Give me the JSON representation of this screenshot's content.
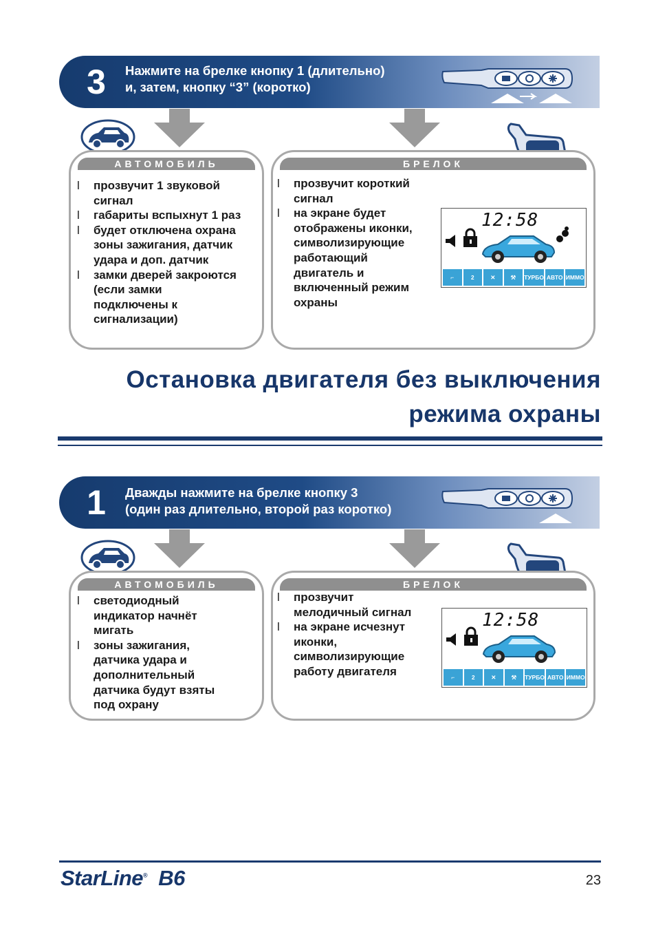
{
  "step3": {
    "number": "3",
    "line1": "Нажмите на брелке кнопку 1 (длительно)",
    "line2": "и, затем, кнопку “3” (коротко)",
    "car_header": "АВТОМОБИЛЬ",
    "fob_header": "БРЕЛОК",
    "car_items": [
      "прозвучит 1 звуковой\n сигнал",
      "габариты вспыхнут 1 раз",
      "будет отключена охрана\n зоны зажигания, датчик\n удара и доп. датчик",
      "замки дверей закроются\n (если замки\n подключены к\n сигнализации)"
    ],
    "fob_items": [
      "прозвучит короткий\nсигнал",
      "на экране будет\nотображены иконки,\nсимволизирующие\nработающий\nдвигатель и\nвключенный режим\nохраны"
    ],
    "lcd_time": "12:58",
    "lcd_icons": [
      "",
      "",
      "",
      "",
      "ТУРБО",
      "АВТО",
      "ИММО"
    ]
  },
  "section": {
    "title_line1": "Остановка двигателя без выключения",
    "title_line2": "режима охраны"
  },
  "step1": {
    "number": "1",
    "line1": "Дважды нажмите на брелке кнопку 3",
    "line2": "(один раз длительно, второй раз коротко)",
    "car_header": "АВТОМОБИЛЬ",
    "fob_header": "БРЕЛОК",
    "car_items": [
      "светодиодный\nиндикатор начнёт\nмигать",
      "зоны зажигания,\nдатчика удара и\nдополнительный\nдатчика будут взяты\nпод охрану"
    ],
    "fob_items": [
      "прозвучит\nмелодичный сигнал",
      "на экране исчезнут\nиконки,\nсимволизирующие\nработу двигателя"
    ],
    "lcd_time": "12:58",
    "lcd_icons": [
      "",
      "",
      "",
      "",
      "ТУРБО",
      "АВТО",
      "ИММО"
    ]
  },
  "bullet": "l",
  "footer": {
    "brand": "StarLine",
    "brand_mark": "®",
    "model": "B6",
    "page": "23"
  },
  "colors": {
    "navy": "#17366a",
    "lcd_blue": "#3aa3d6",
    "box_border": "#a9a9a9"
  }
}
